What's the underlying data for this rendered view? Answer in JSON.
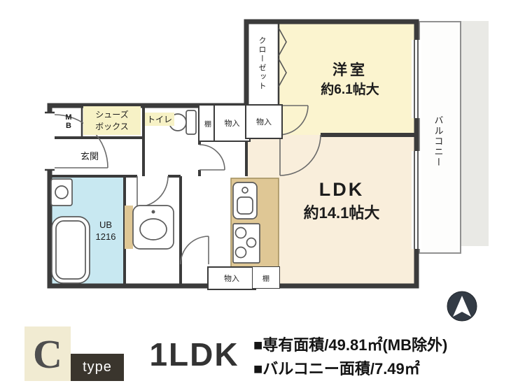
{
  "colors": {
    "wall": "#3B3B3B",
    "western_room_fill": "#FBF4CF",
    "ldk_fill": "#F9EEDB",
    "unit_bath_fill": "#C8E8F1",
    "kitchen_counter_fill": "#DFC795",
    "label_sticker": "#F7F2C6",
    "legend_c_bg": "#F1EBD2",
    "legend_type_bg": "#3A352D",
    "compass_bg": "#333B45"
  },
  "plan": {
    "western_room": {
      "name": "洋室",
      "size": "約6.1帖大"
    },
    "ldk": {
      "name": "LDK",
      "size": "約14.1帖大"
    },
    "closet": "クローゼット",
    "balcony": "バルコニー",
    "meter_box": "MB",
    "shoe_box_line1": "シューズ",
    "shoe_box_line2": "ボックス",
    "toilet": "トイレ",
    "entrance": "玄関",
    "unit_bath_line1": "UB",
    "unit_bath_line2": "1216",
    "storage": "物入",
    "shelf": "棚"
  },
  "legend": {
    "type_letter": "C",
    "type_word": "type",
    "layout": "1LDK",
    "exclusive_area": "■専有面積/49.81㎡(MB除外)",
    "balcony_area": "■バルコニー面積/7.49㎡"
  },
  "compass": "north-up-arrow"
}
